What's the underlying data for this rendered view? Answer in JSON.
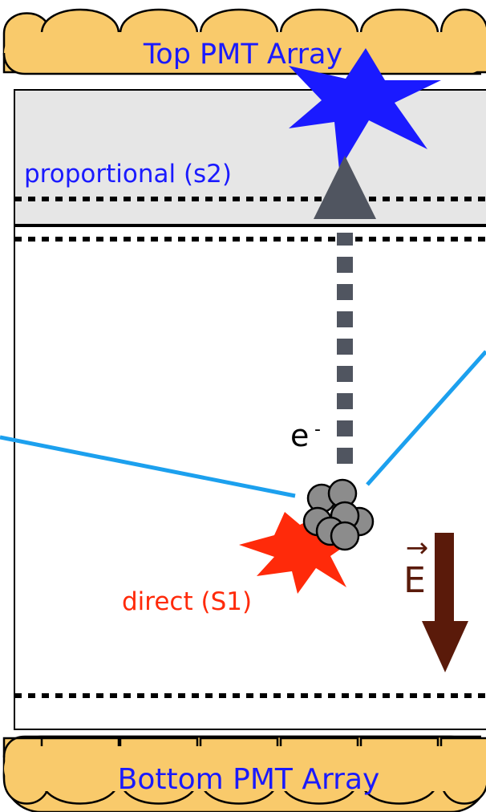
{
  "diagram": {
    "top_array_label": "Top PMT Array",
    "bottom_array_label": "Bottom PMT Array",
    "gas_region_label": "proportional (s2)",
    "electron_label": "e",
    "electron_charge": "-",
    "direct_label": "direct (S1)",
    "field_label": "E",
    "field_vector_mark": "→"
  },
  "colors": {
    "pmt_fill": "#f9ca6b",
    "gas_fill": "#e6e6e6",
    "s2_flash": "#1a1aff",
    "s2_text": "#1a1aff",
    "s1_flash": "#ff2a0a",
    "s1_text": "#ff2a0a",
    "particle_track": "#1ca0ee",
    "drift_arrow": "#505560",
    "field_arrow": "#5a1a0a",
    "cluster": "#8c8c8c"
  }
}
